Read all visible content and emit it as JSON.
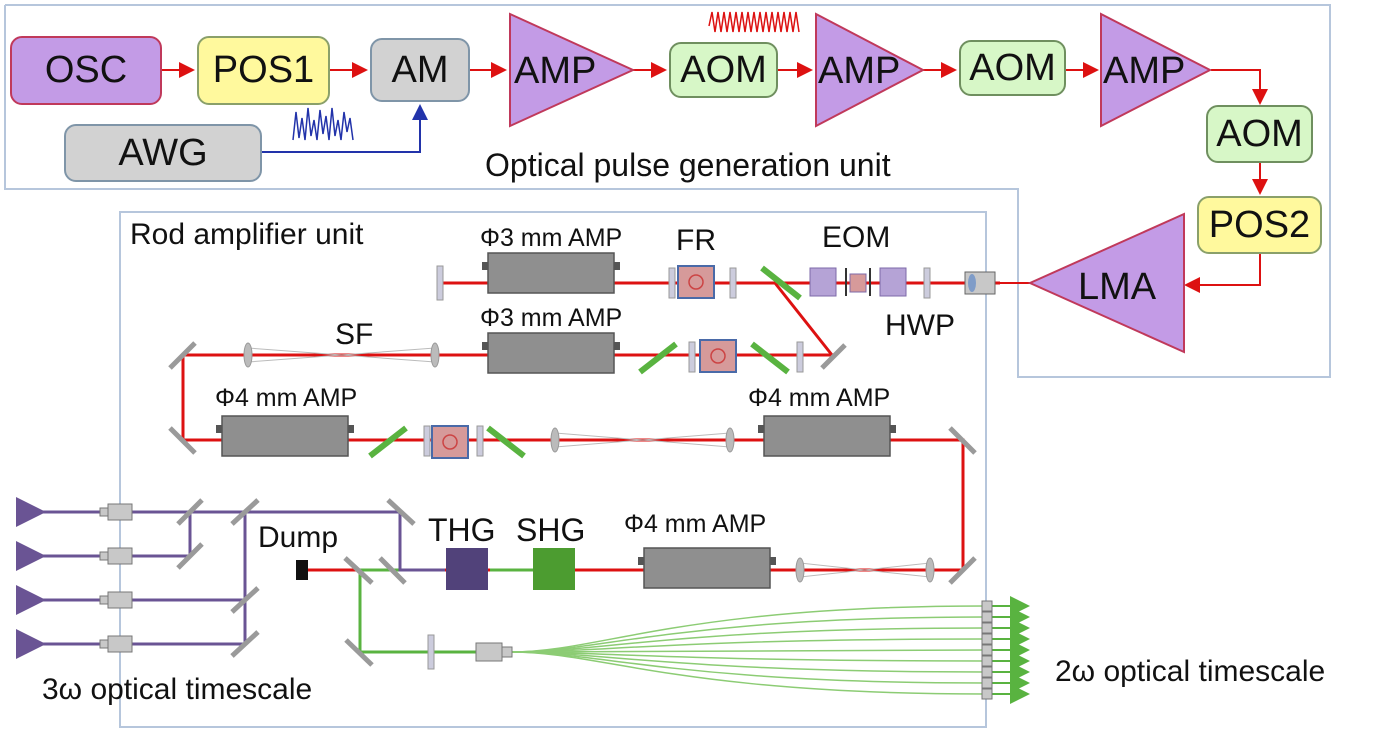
{
  "pulse_unit": {
    "osc": "OSC",
    "pos1": "POS1",
    "am": "AM",
    "awg": "AWG",
    "amp": "AMP",
    "aom": "AOM",
    "pos2": "POS2",
    "lma": "LMA",
    "unit_label": "Optical pulse generation unit"
  },
  "rod_unit": {
    "unit_label": "Rod amplifier unit",
    "amp3_a": "Φ3 mm AMP",
    "amp3_b": "Φ3 mm AMP",
    "amp4_a": "Φ4 mm AMP",
    "amp4_b": "Φ4 mm AMP",
    "amp4_c": "Φ4 mm AMP",
    "fr": "FR",
    "eom": "EOM",
    "hwp": "HWP",
    "sf": "SF",
    "dump": "Dump",
    "thg": "THG",
    "shg": "SHG"
  },
  "outputs": {
    "third": "3ω optical timescale",
    "second": "2ω optical timescale"
  },
  "colors": {
    "beam_ir": "#dd1111",
    "beam_green": "#59b340",
    "beam_uv": "#6a5494",
    "signal_blue": "#2233aa",
    "amp_purple": "#c39be6",
    "border": "#b6c6dc"
  }
}
